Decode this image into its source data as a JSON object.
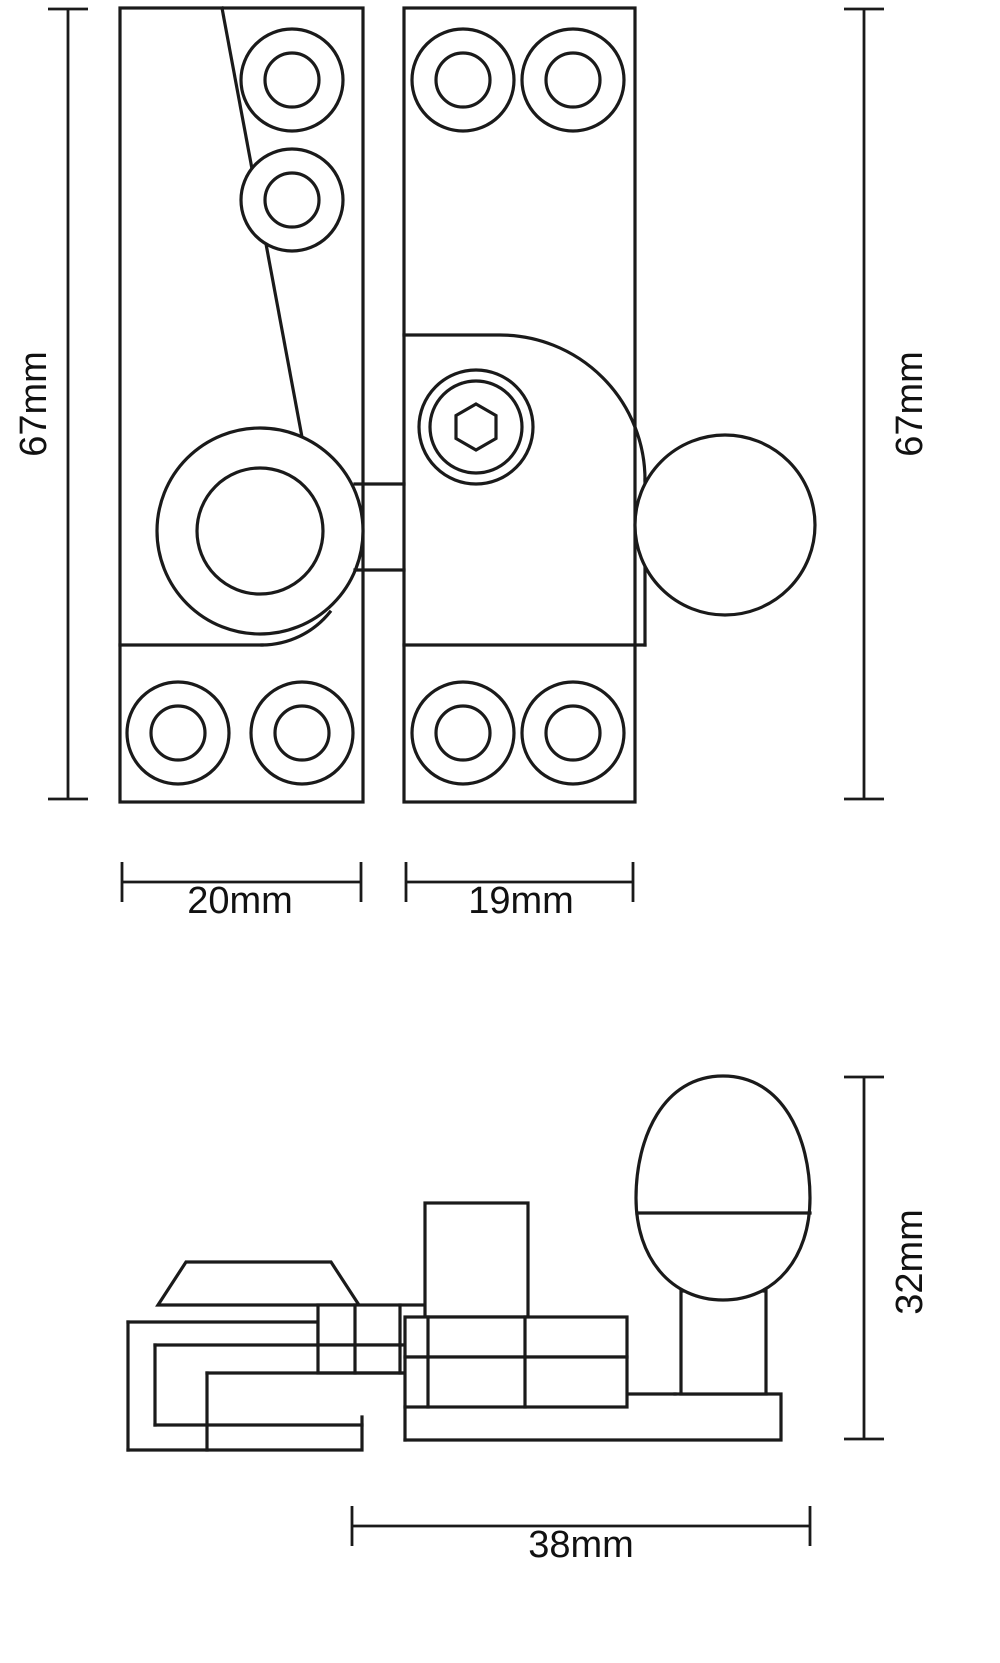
{
  "drawing": {
    "type": "technical-line-drawing",
    "subject": "sash fastener / window lock with egg knob",
    "background_color": "#ffffff",
    "line_color": "#1a1a1a",
    "views": [
      {
        "name": "front-view",
        "label": "",
        "features": [
          "left-backplate-rectangle",
          "right-backplate-rectangle",
          "diagonal-arm-line",
          "large-pivot-ring",
          "hex-socket-screw",
          "quarter-round-corner",
          "round-knob-profile",
          "six-countersunk-screw-holes"
        ]
      },
      {
        "name": "side-view",
        "label": "",
        "features": [
          "trapezoid-cover",
          "stepped-base-plates",
          "rectangular-boss",
          "egg-shaped-knob",
          "knob-neck"
        ]
      }
    ]
  },
  "dimensions": {
    "left_height": "67mm",
    "right_height": "67mm",
    "left_width": "20mm",
    "right_width": "19mm",
    "side_height": "32mm",
    "side_width": "38mm"
  },
  "units": "mm"
}
